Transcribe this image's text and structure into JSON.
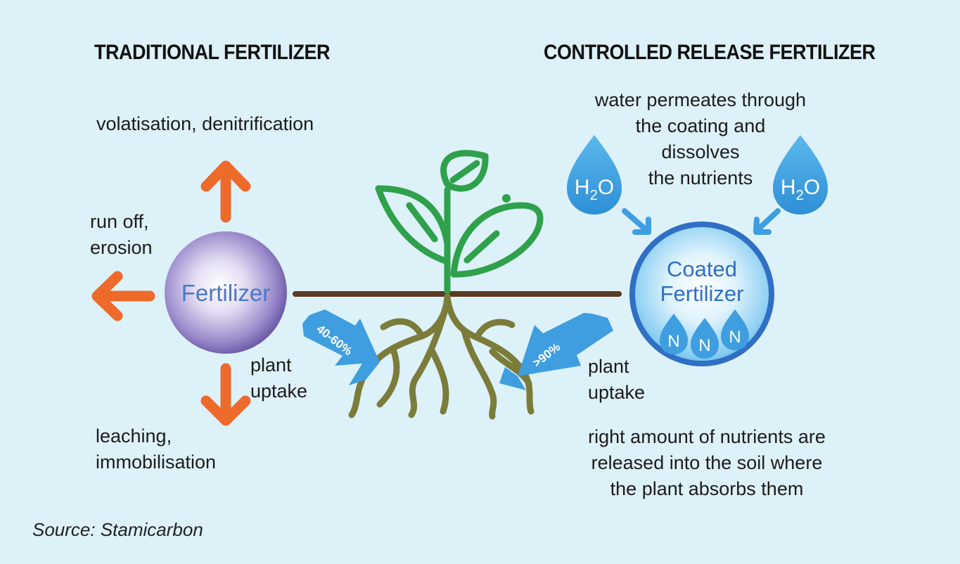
{
  "traditional": {
    "title": "TRADITIONAL FERTILIZER",
    "up_label": "volatisation, denitrification",
    "left_label_line1": "run off,",
    "left_label_line2": "erosion",
    "down_label_line1": "leaching,",
    "down_label_line2": "immobilisation",
    "granule_label": "Fertilizer",
    "uptake_line1": "plant",
    "uptake_line2": "uptake",
    "uptake_percent": "40-60%"
  },
  "controlled": {
    "title": "CONTROLLED RELEASE FERTILIZER",
    "water_line1": "water permeates through",
    "water_line2": "the coating and",
    "water_line3": "dissolves",
    "water_line4": "the nutrients",
    "drop_h": "H",
    "drop_sub": "2",
    "drop_o": "O",
    "granule_line1": "Coated",
    "granule_line2": "Fertilizer",
    "nutrient_symbol": "N",
    "uptake_line1": "plant",
    "uptake_line2": "uptake",
    "uptake_percent": ">90%",
    "release_line1": "right amount of nutrients are",
    "release_line2": "released into the soil where",
    "release_line3": "the plant absorbs them"
  },
  "source": "Source: Stamicarbon",
  "colors": {
    "background": "#ddf1f9",
    "orange_arrow": "#ee6a2a",
    "blue_arrow": "#3e9ee0",
    "plant_green": "#2ea14a",
    "root_olive": "#7b7c3a",
    "soil_line": "#5a3a22",
    "fertilizer_purple": "#7a66b4",
    "coated_blue": "#2f6fc4"
  },
  "icons": [
    "arrow-up-icon",
    "arrow-left-icon",
    "arrow-down-icon",
    "water-drop-icon",
    "nutrient-drop-icon",
    "plant-icon",
    "roots-icon"
  ]
}
